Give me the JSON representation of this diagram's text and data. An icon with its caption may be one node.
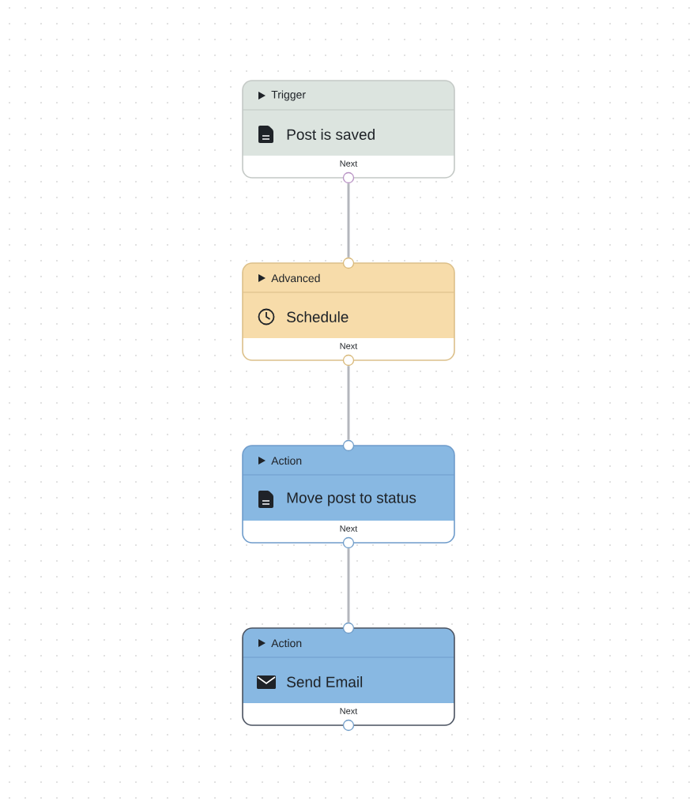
{
  "diagram": {
    "nodes": [
      {
        "text": [
          "Trigger",
          "Post is saved",
          "Next"
        ]
      },
      {
        "text": [
          "Advanced",
          "Schedule",
          "Next"
        ]
      },
      {
        "text": [
          "Action",
          "Move post to status",
          "Next"
        ]
      },
      {
        "text": [
          "Action",
          "Send Email",
          "Next"
        ]
      }
    ],
    "edges": [
      {
        "from": 0,
        "to": 1,
        "arrow": "none"
      },
      {
        "from": 1,
        "to": 2,
        "arrow": "none"
      },
      {
        "from": 2,
        "to": 3,
        "arrow": "none"
      }
    ]
  }
}
